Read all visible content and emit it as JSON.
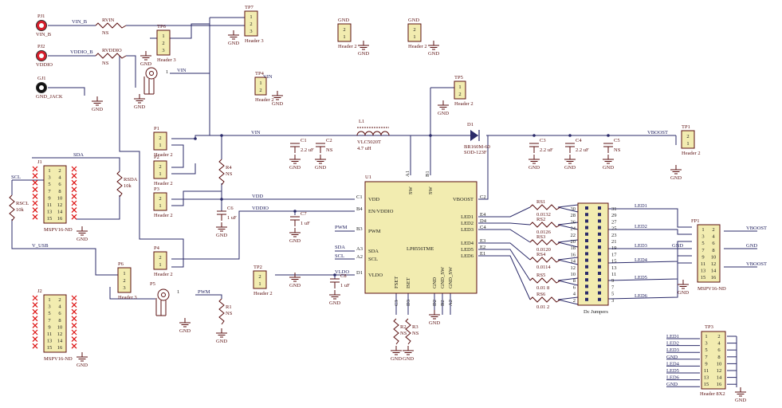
{
  "jacks": [
    {
      "ref": "PJ1",
      "name": "VIN_B",
      "net": "VIN_B"
    },
    {
      "ref": "PJ2",
      "name": "VDDIO",
      "net": "VDDIO"
    },
    {
      "ref": "GJ1",
      "name": "GND_JACK",
      "net": "GND"
    }
  ],
  "resistors": [
    {
      "ref": "RVIN",
      "value": "NS"
    },
    {
      "ref": "RVDDIO",
      "value": "NS"
    },
    {
      "ref": "RSCL",
      "value": "10k"
    },
    {
      "ref": "RSDA",
      "value": "10k"
    },
    {
      "ref": "R1",
      "value": "NS"
    },
    {
      "ref": "R2",
      "value": "NS"
    },
    {
      "ref": "R3",
      "value": "NS"
    },
    {
      "ref": "R4",
      "value": "NS"
    }
  ],
  "capacitors": [
    {
      "ref": "C1",
      "value": "2.2 uF"
    },
    {
      "ref": "C2",
      "value": "NS"
    },
    {
      "ref": "C3",
      "value": "2.2 uF"
    },
    {
      "ref": "C4",
      "value": "2.2 uF"
    },
    {
      "ref": "C5",
      "value": "NS"
    },
    {
      "ref": "C6",
      "value": "1 uF"
    },
    {
      "ref": "C7",
      "value": "1 uF"
    },
    {
      "ref": "C8",
      "value": "1 uF"
    }
  ],
  "inductor": {
    "ref": "L1",
    "part": "VLC5020T",
    "value": "4.7 uH"
  },
  "diode": {
    "ref": "D1",
    "part": "BR160M-60",
    "package": "SOD-123F"
  },
  "ic": {
    "ref": "U1",
    "part": "LP8556TME",
    "left_pins": [
      {
        "num": "C1",
        "name": "VDD"
      },
      {
        "num": "B4",
        "name": "EN/VDDIO"
      },
      {
        "num": "B3",
        "name": "PWM"
      },
      {
        "num": "A3",
        "name": "SDA"
      },
      {
        "num": "A2",
        "name": "SCL"
      },
      {
        "num": "D1",
        "name": "VLDO"
      }
    ],
    "top_pins": [
      {
        "num": "A1",
        "name": "SW"
      },
      {
        "num": "B1",
        "name": "SW"
      }
    ],
    "right_pins": [
      {
        "num": "C2",
        "name": "VBOOST"
      },
      {
        "num": "E4",
        "name": "LED1"
      },
      {
        "num": "D4",
        "name": "LED2"
      },
      {
        "num": "C4",
        "name": "LED3"
      },
      {
        "num": "E3",
        "name": "LED4"
      },
      {
        "num": "E2",
        "name": "LED5"
      },
      {
        "num": "E1",
        "name": "LED6"
      }
    ],
    "bottom_pins": [
      {
        "num": "C3",
        "name": "FSET"
      },
      {
        "num": "D3",
        "name": "ISET"
      },
      {
        "num": "D2",
        "name": "GND"
      },
      {
        "num": "B2",
        "name": "GND_SW"
      },
      {
        "num": "A2",
        "name": "GND_SW"
      }
    ]
  },
  "sense_resistors": [
    {
      "ref": "RS1",
      "value": "0.0132"
    },
    {
      "ref": "RS2",
      "value": "0.0126"
    },
    {
      "ref": "RS3",
      "value": "0.0120"
    },
    {
      "ref": "RS4",
      "value": "0.0114"
    },
    {
      "ref": "RS5",
      "value": "0.01 8"
    },
    {
      "ref": "RS6",
      "value": "0.01 2"
    }
  ],
  "jumper_block": {
    "label": "Dc Jumpers",
    "left_pins": [
      "30",
      "28",
      "26",
      "24",
      "22",
      "20",
      "18",
      "16",
      "14",
      "12",
      "10",
      "8",
      "6",
      "4",
      "2"
    ],
    "right_pins": [
      "31",
      "29",
      "27",
      "25",
      "23",
      "21",
      "19",
      "17",
      "15",
      "13",
      "11",
      "9",
      "7",
      "5",
      "3"
    ]
  },
  "headers": {
    "tp1": {
      "ref": "TP1",
      "label": "Header 2",
      "pins": [
        "2",
        "1"
      ]
    },
    "tp2": {
      "ref": "TP2",
      "label": "Header 2",
      "pins": [
        "2",
        "1"
      ]
    },
    "tp3": {
      "ref": "TP3",
      "label": "Header 8X2",
      "pins": [
        "1",
        "2",
        "3",
        "4",
        "5",
        "6",
        "7",
        "8",
        "9",
        "10",
        "11",
        "12",
        "13",
        "14",
        "15",
        "16"
      ],
      "nets": [
        "LED1",
        "LED2",
        "LED3",
        "GND",
        "LED4",
        "LED5",
        "LED6",
        "GND"
      ]
    },
    "tp4": {
      "ref": "TP4",
      "label": "Header 2",
      "pins": [
        "1",
        "2"
      ]
    },
    "tp5": {
      "ref": "TP5",
      "label": "Header 2",
      "pins": [
        "1",
        "2"
      ]
    },
    "tp6": {
      "ref": "TP6",
      "label": "Header 3",
      "pins": [
        "1",
        "2",
        "3"
      ]
    },
    "tp7": {
      "ref": "TP7",
      "label": "Header 3",
      "pins": [
        "1",
        "2",
        "3"
      ]
    },
    "p1": {
      "ref": "P1",
      "label": "Header 2",
      "pins": [
        "2",
        "1"
      ]
    },
    "p2": {
      "ref": "P2",
      "label": "Header 2",
      "pins": [
        "2",
        "1"
      ]
    },
    "p3": {
      "ref": "P3",
      "label": "Header 2",
      "pins": [
        "2",
        "1"
      ]
    },
    "p4": {
      "ref": "P4",
      "label": "Header 2",
      "pins": [
        "2",
        "1"
      ]
    },
    "p5": {
      "ref": "P5",
      "pin": "1"
    },
    "p6": {
      "ref": "P6",
      "label": "Header 3",
      "pins": [
        "1",
        "2",
        "3"
      ]
    },
    "gnd_a": {
      "ref": "GND",
      "label": "Header 2",
      "pins": [
        "2",
        "1"
      ]
    },
    "gnd_b": {
      "ref": "GND",
      "label": "Header 2",
      "pins": [
        "2",
        "1"
      ]
    }
  },
  "misc": {
    "coax_pin": "1"
  },
  "connectors": [
    {
      "ref": "J1",
      "label": "MSPV16-ND",
      "pins": [
        "1",
        "2",
        "3",
        "4",
        "5",
        "6",
        "7",
        "8",
        "9",
        "10",
        "11",
        "12",
        "13",
        "14",
        "15",
        "16"
      ]
    },
    {
      "ref": "J2",
      "label": "MSPV16-ND",
      "pins": [
        "1",
        "2",
        "3",
        "4",
        "5",
        "6",
        "7",
        "8",
        "9",
        "10",
        "11",
        "12",
        "13",
        "14",
        "15",
        "16"
      ]
    },
    {
      "ref": "FP1",
      "label": "MSPV16-ND",
      "pins": [
        "1",
        "2",
        "3",
        "4",
        "5",
        "6",
        "7",
        "8",
        "9",
        "10",
        "11",
        "12",
        "13",
        "14",
        "15",
        "16"
      ]
    }
  ],
  "nets": {
    "vin_b": "VIN_B",
    "vddio_b": "VDDIO_B",
    "vin": "VIN",
    "vdd": "VDD",
    "vddio": "VDDIO",
    "vboost": "VBOOST",
    "sda": "SDA",
    "scl": "SCL",
    "pwm": "PWM",
    "vldo": "VLDO",
    "v_usb": "V_USB",
    "gnd": "GND",
    "led1": "LED1",
    "led2": "LED2",
    "led3": "LED3",
    "led4": "LED4",
    "led5": "LED5",
    "led6": "LED6"
  }
}
